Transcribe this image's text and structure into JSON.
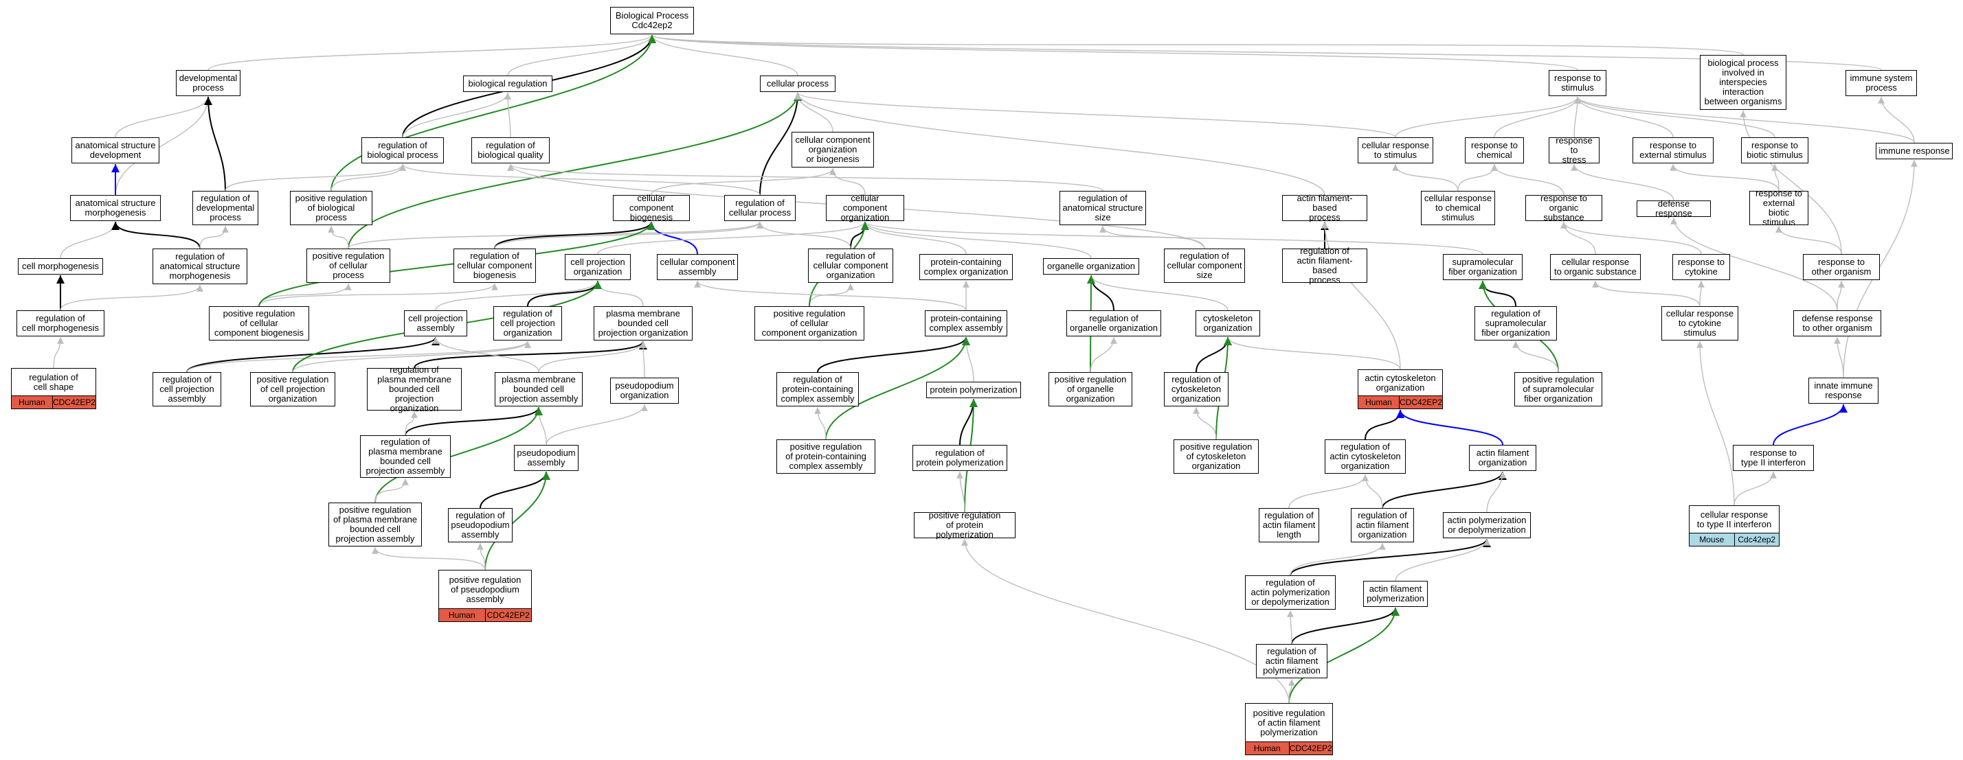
{
  "colors": {
    "is_a": "#bdbdbd",
    "part_of": "#000000",
    "positively_regulates": "#228B22",
    "regulates": "#0000ff",
    "human_tag": "#e35a45",
    "mouse_tag": "#add8e6"
  },
  "nodes": [
    {
      "id": "bp",
      "label": "Biological Process\nCdc42ep2"
    },
    {
      "id": "devproc",
      "label": "developmental\nprocess"
    },
    {
      "id": "bioreg",
      "label": "biological regulation"
    },
    {
      "id": "cellproc",
      "label": "cellular process"
    },
    {
      "id": "respstim",
      "label": "response to\nstimulus"
    },
    {
      "id": "interspecies",
      "label": "biological process\ninvolved in\ninterspecies\ninteraction\nbetween organisms"
    },
    {
      "id": "immsys",
      "label": "immune system\nprocess"
    },
    {
      "id": "anatdev",
      "label": "anatomical structure\ndevelopment"
    },
    {
      "id": "regbp",
      "label": "regulation of\nbiological process"
    },
    {
      "id": "regbq",
      "label": "regulation of\nbiological quality"
    },
    {
      "id": "ccob",
      "label": "cellular component\norganization\nor biogenesis"
    },
    {
      "id": "cellrespstim",
      "label": "cellular response\nto stimulus"
    },
    {
      "id": "respchem",
      "label": "response to\nchemical"
    },
    {
      "id": "respstress",
      "label": "response to\nstress"
    },
    {
      "id": "respext",
      "label": "response to\nexternal stimulus"
    },
    {
      "id": "respbiotic",
      "label": "response to\nbiotic stimulus"
    },
    {
      "id": "immresp",
      "label": "immune response"
    },
    {
      "id": "anatmorph",
      "label": "anatomical structure\nmorphogenesis"
    },
    {
      "id": "regdev",
      "label": "regulation of\ndevelopmental\nprocess"
    },
    {
      "id": "posregbp",
      "label": "positive regulation\nof biological\nprocess"
    },
    {
      "id": "ccbiogen",
      "label": "cellular component\nbiogenesis"
    },
    {
      "id": "regcellproc",
      "label": "regulation of\ncellular process"
    },
    {
      "id": "ccorg",
      "label": "cellular component\norganization"
    },
    {
      "id": "reganatsize",
      "label": "regulation of\nanatomical structure\nsize"
    },
    {
      "id": "actinfilproc",
      "label": "actin filament-based\nprocess"
    },
    {
      "id": "cellrespchem",
      "label": "cellular response\nto chemical\nstimulus"
    },
    {
      "id": "resporgsub",
      "label": "response to\norganic substance"
    },
    {
      "id": "defresp",
      "label": "defense response"
    },
    {
      "id": "respextbiotic",
      "label": "response to\nexternal biotic\nstimulus"
    },
    {
      "id": "cellmorph",
      "label": "cell morphogenesis"
    },
    {
      "id": "reganatmorph",
      "label": "regulation of\nanatomical structure\nmorphogenesis"
    },
    {
      "id": "posregcellproc",
      "label": "positive regulation\nof cellular\nprocess"
    },
    {
      "id": "regccbiogen",
      "label": "regulation of\ncellular component\nbiogenesis"
    },
    {
      "id": "cellprojorg",
      "label": "cell projection\norganization"
    },
    {
      "id": "ccassembly",
      "label": "cellular component\nassembly"
    },
    {
      "id": "regccorg",
      "label": "regulation of\ncellular component\norganization"
    },
    {
      "id": "pccorg",
      "label": "protein-containing\ncomplex organization"
    },
    {
      "id": "organelleorg",
      "label": "organelle organization"
    },
    {
      "id": "regccsize",
      "label": "regulation of\ncellular component\nsize"
    },
    {
      "id": "regafproc",
      "label": "regulation of\nactin filament-based\nprocess"
    },
    {
      "id": "suprafiber",
      "label": "supramolecular\nfiber organization"
    },
    {
      "id": "cellresporg",
      "label": "cellular response\nto organic substance"
    },
    {
      "id": "respcytokine",
      "label": "response to\ncytokine"
    },
    {
      "id": "respother",
      "label": "response to\nother organism"
    },
    {
      "id": "regcellmorph",
      "label": "regulation of\ncell morphogenesis"
    },
    {
      "id": "posregccbiogen",
      "label": "positive regulation\nof cellular\ncomponent biogenesis"
    },
    {
      "id": "cellprojassembly",
      "label": "cell projection\nassembly"
    },
    {
      "id": "regcellprojorg",
      "label": "regulation of\ncell projection\norganization"
    },
    {
      "id": "pmcellprojorg",
      "label": "plasma membrane\nbounded cell\nprojection organization"
    },
    {
      "id": "posregccorg",
      "label": "positive regulation\nof cellular\ncomponent organization"
    },
    {
      "id": "pcassembly",
      "label": "protein-containing\ncomplex assembly"
    },
    {
      "id": "regorgorg",
      "label": "regulation of\norganelle organization"
    },
    {
      "id": "cytoskelorg",
      "label": "cytoskeleton\norganization"
    },
    {
      "id": "regsuprafiber",
      "label": "regulation of\nsupramolecular\nfiber organization"
    },
    {
      "id": "cellrespcytokine",
      "label": "cellular response\nto cytokine\nstimulus"
    },
    {
      "id": "defrespother",
      "label": "defense response\nto other organism"
    },
    {
      "id": "regcellshape",
      "label": "regulation of\ncell shape",
      "tags": [
        "Human",
        "CDC42EP2"
      ],
      "tagColor": "human"
    },
    {
      "id": "regcellprojassembly",
      "label": "regulation of\ncell projection\nassembly"
    },
    {
      "id": "posregcellprojorg",
      "label": "positive regulation\nof cell projection\norganization"
    },
    {
      "id": "regpmcellprojorg",
      "label": "regulation of\nplasma membrane\nbounded cell\nprojection organization"
    },
    {
      "id": "pmcellprojassembly",
      "label": "plasma membrane\nbounded cell\nprojection assembly"
    },
    {
      "id": "pseudoorg",
      "label": "pseudopodium\norganization"
    },
    {
      "id": "regpcassembly",
      "label": "regulation of\nprotein-containing\ncomplex assembly"
    },
    {
      "id": "protpoly",
      "label": "protein polymerization"
    },
    {
      "id": "posregorgorg",
      "label": "positive regulation\nof organelle\norganization"
    },
    {
      "id": "regcytoskelorg",
      "label": "regulation of\ncytoskeleton\norganization"
    },
    {
      "id": "actincytoorg",
      "label": "actin cytoskeleton\norganization",
      "tags": [
        "Human",
        "CDC42EP2"
      ],
      "tagColor": "human"
    },
    {
      "id": "posregsuprafiber",
      "label": "positive regulation\nof supramolecular\nfiber organization"
    },
    {
      "id": "innateimm",
      "label": "innate immune\nresponse"
    },
    {
      "id": "regpmcellprojassembly",
      "label": "regulation of\nplasma membrane\nbounded cell\nprojection assembly"
    },
    {
      "id": "pseudoassembly",
      "label": "pseudopodium\nassembly"
    },
    {
      "id": "posregpcassembly",
      "label": "positive regulation\nof protein-containing\ncomplex assembly"
    },
    {
      "id": "regprotpoly",
      "label": "regulation of\nprotein polymerization"
    },
    {
      "id": "posregcytoskelorg",
      "label": "positive regulation\nof cytoskeleton\norganization"
    },
    {
      "id": "regactincytoorg",
      "label": "regulation of\nactin cytoskeleton\norganization"
    },
    {
      "id": "actinfilorg",
      "label": "actin filament\norganization"
    },
    {
      "id": "resptypeII",
      "label": "response to\ntype II interferon"
    },
    {
      "id": "posregpmcellprojassembly",
      "label": "positive regulation\nof plasma membrane\nbounded cell\nprojection assembly"
    },
    {
      "id": "regpseudoassembly",
      "label": "regulation of\npseudopodium\nassembly"
    },
    {
      "id": "posregprotpoly",
      "label": "positive regulation\nof protein polymerization"
    },
    {
      "id": "regaflength",
      "label": "regulation of\nactin filament\nlength"
    },
    {
      "id": "regafo",
      "label": "regulation of\nactin filament\norganization"
    },
    {
      "id": "actinpolydepoly",
      "label": "actin polymerization\nor depolymerization"
    },
    {
      "id": "cellresptypeII",
      "label": "cellular response\nto type II interferon",
      "tags": [
        "Mouse",
        "Cdc42ep2"
      ],
      "tagColor": "mouse"
    },
    {
      "id": "posregpseudoassembly",
      "label": "positive regulation\nof pseudopodium\nassembly",
      "tags": [
        "Human",
        "CDC42EP2"
      ],
      "tagColor": "human"
    },
    {
      "id": "regactinpolydepoly",
      "label": "regulation of\nactin polymerization\nor depolymerization"
    },
    {
      "id": "actinfilpoly",
      "label": "actin filament\npolymerization"
    },
    {
      "id": "regactinfilpoly",
      "label": "regulation of\nactin filament\npolymerization"
    },
    {
      "id": "posregactinfilpoly",
      "label": "positive regulation\nof actin filament\npolymerization",
      "tags": [
        "Human",
        "CDC42EP2"
      ],
      "tagColor": "human"
    }
  ],
  "edges": [
    [
      "devproc",
      "bp",
      "is_a"
    ],
    [
      "bioreg",
      "bp",
      "is_a"
    ],
    [
      "cellproc",
      "bp",
      "is_a"
    ],
    [
      "respstim",
      "bp",
      "is_a"
    ],
    [
      "interspecies",
      "bp",
      "is_a"
    ],
    [
      "immsys",
      "bp",
      "is_a"
    ],
    [
      "regbp",
      "bp",
      "part_of"
    ],
    [
      "posregbp",
      "bp",
      "positively_regulates"
    ],
    [
      "anatdev",
      "devproc",
      "is_a"
    ],
    [
      "anatmorph",
      "devproc",
      "is_a"
    ],
    [
      "regdev",
      "devproc",
      "part_of"
    ],
    [
      "regbp",
      "bioreg",
      "is_a"
    ],
    [
      "regbq",
      "bioreg",
      "is_a"
    ],
    [
      "ccob",
      "cellproc",
      "is_a"
    ],
    [
      "regcellproc",
      "cellproc",
      "part_of"
    ],
    [
      "posregcellproc",
      "cellproc",
      "positively_regulates"
    ],
    [
      "cellrespstim",
      "cellproc",
      "is_a"
    ],
    [
      "cellrespstim",
      "respstim",
      "is_a"
    ],
    [
      "respchem",
      "respstim",
      "is_a"
    ],
    [
      "respstress",
      "respstim",
      "is_a"
    ],
    [
      "respext",
      "respstim",
      "is_a"
    ],
    [
      "respbiotic",
      "respstim",
      "is_a"
    ],
    [
      "immresp",
      "respstim",
      "is_a"
    ],
    [
      "immresp",
      "immsys",
      "is_a"
    ],
    [
      "respother",
      "interspecies",
      "is_a"
    ],
    [
      "anatmorph",
      "anatdev",
      "regulates"
    ],
    [
      "regdev",
      "regbp",
      "is_a"
    ],
    [
      "posregbp",
      "regbp",
      "is_a"
    ],
    [
      "regcellproc",
      "regbp",
      "is_a"
    ],
    [
      "reganatsize",
      "regbq",
      "is_a"
    ],
    [
      "regccsize",
      "regbq",
      "is_a"
    ],
    [
      "ccbiogen",
      "ccob",
      "is_a"
    ],
    [
      "ccorg",
      "ccob",
      "is_a"
    ],
    [
      "cellrespchem",
      "cellrespstim",
      "is_a"
    ],
    [
      "cellrespchem",
      "respchem",
      "is_a"
    ],
    [
      "resporgsub",
      "respchem",
      "is_a"
    ],
    [
      "defresp",
      "respstress",
      "is_a"
    ],
    [
      "respextbiotic",
      "respext",
      "is_a"
    ],
    [
      "respextbiotic",
      "respbiotic",
      "is_a"
    ],
    [
      "cellmorph",
      "anatmorph",
      "is_a"
    ],
    [
      "reganatmorph",
      "anatmorph",
      "part_of"
    ],
    [
      "reganatmorph",
      "regdev",
      "is_a"
    ],
    [
      "posregcellproc",
      "posregbp",
      "is_a"
    ],
    [
      "posregcellproc",
      "regcellproc",
      "is_a"
    ],
    [
      "regccbiogen",
      "ccbiogen",
      "part_of"
    ],
    [
      "ccassembly",
      "ccbiogen",
      "regulates"
    ],
    [
      "regccorg",
      "ccorg",
      "part_of"
    ],
    [
      "pccorg",
      "ccorg",
      "is_a"
    ],
    [
      "organelleorg",
      "ccorg",
      "is_a"
    ],
    [
      "cellprojorg",
      "ccorg",
      "is_a"
    ],
    [
      "regccorg",
      "regcellproc",
      "is_a"
    ],
    [
      "regccbiogen",
      "regcellproc",
      "is_a"
    ],
    [
      "regccsize",
      "reganatsize",
      "is_a"
    ],
    [
      "actinfilproc",
      "cellproc",
      "is_a"
    ],
    [
      "regafproc",
      "actinfilproc",
      "part_of"
    ],
    [
      "suprafiber",
      "ccorg",
      "is_a"
    ],
    [
      "cellresporg",
      "resporgsub",
      "is_a"
    ],
    [
      "respcytokine",
      "resporgsub",
      "is_a"
    ],
    [
      "respother",
      "respextbiotic",
      "is_a"
    ],
    [
      "defrespother",
      "defresp",
      "is_a"
    ],
    [
      "defrespother",
      "respother",
      "is_a"
    ],
    [
      "regcellmorph",
      "cellmorph",
      "part_of"
    ],
    [
      "regcellmorph",
      "reganatmorph",
      "is_a"
    ],
    [
      "posregccbiogen",
      "regccbiogen",
      "is_a"
    ],
    [
      "posregccbiogen",
      "posregcellproc",
      "is_a"
    ],
    [
      "posregccbiogen",
      "ccbiogen",
      "positively_regulates"
    ],
    [
      "cellprojassembly",
      "cellprojorg",
      "is_a"
    ],
    [
      "regcellprojorg",
      "cellprojorg",
      "part_of"
    ],
    [
      "pmcellprojorg",
      "cellprojorg",
      "is_a"
    ],
    [
      "posregccorg",
      "regccorg",
      "is_a"
    ],
    [
      "posregccorg",
      "ccorg",
      "positively_regulates"
    ],
    [
      "pcassembly",
      "pccorg",
      "is_a"
    ],
    [
      "pcassembly",
      "ccassembly",
      "is_a"
    ],
    [
      "regorgorg",
      "organelleorg",
      "part_of"
    ],
    [
      "cytoskelorg",
      "organelleorg",
      "is_a"
    ],
    [
      "regsuprafiber",
      "suprafiber",
      "part_of"
    ],
    [
      "cellrespcytokine",
      "respcytokine",
      "is_a"
    ],
    [
      "cellrespcytokine",
      "cellresporg",
      "is_a"
    ],
    [
      "regcellshape",
      "regcellmorph",
      "is_a"
    ],
    [
      "regcellprojassembly",
      "cellprojassembly",
      "part_of"
    ],
    [
      "regcellprojassembly",
      "regcellprojorg",
      "is_a"
    ],
    [
      "posregcellprojorg",
      "cellprojorg",
      "positively_regulates"
    ],
    [
      "posregcellprojorg",
      "regcellprojorg",
      "is_a"
    ],
    [
      "regpmcellprojorg",
      "pmcellprojorg",
      "part_of"
    ],
    [
      "pmcellprojassembly",
      "pmcellprojorg",
      "is_a"
    ],
    [
      "pmcellprojassembly",
      "cellprojassembly",
      "is_a"
    ],
    [
      "pseudoorg",
      "pmcellprojorg",
      "is_a"
    ],
    [
      "regpcassembly",
      "pcassembly",
      "part_of"
    ],
    [
      "protpoly",
      "pcassembly",
      "is_a"
    ],
    [
      "posregorgorg",
      "organelleorg",
      "positively_regulates"
    ],
    [
      "posregorgorg",
      "regorgorg",
      "is_a"
    ],
    [
      "regcytoskelorg",
      "cytoskelorg",
      "part_of"
    ],
    [
      "actincytoorg",
      "cytoskelorg",
      "is_a"
    ],
    [
      "actincytoorg",
      "actinfilproc",
      "is_a"
    ],
    [
      "posregsuprafiber",
      "suprafiber",
      "positively_regulates"
    ],
    [
      "posregsuprafiber",
      "regsuprafiber",
      "is_a"
    ],
    [
      "innateimm",
      "immresp",
      "is_a"
    ],
    [
      "innateimm",
      "defrespother",
      "is_a"
    ],
    [
      "regpmcellprojassembly",
      "pmcellprojassembly",
      "part_of"
    ],
    [
      "regpmcellprojassembly",
      "regpmcellprojorg",
      "is_a"
    ],
    [
      "pseudoassembly",
      "pmcellprojassembly",
      "is_a"
    ],
    [
      "pseudoassembly",
      "pseudoorg",
      "is_a"
    ],
    [
      "posregpcassembly",
      "pcassembly",
      "positively_regulates"
    ],
    [
      "posregpcassembly",
      "regpcassembly",
      "is_a"
    ],
    [
      "regprotpoly",
      "protpoly",
      "part_of"
    ],
    [
      "posregcytoskelorg",
      "cytoskelorg",
      "positively_regulates"
    ],
    [
      "posregcytoskelorg",
      "regcytoskelorg",
      "is_a"
    ],
    [
      "regactincytoorg",
      "actincytoorg",
      "part_of"
    ],
    [
      "actinfilorg",
      "actincytoorg",
      "regulates"
    ],
    [
      "resptypeII",
      "innateimm",
      "regulates"
    ],
    [
      "posregpmcellprojassembly",
      "pmcellprojassembly",
      "positively_regulates"
    ],
    [
      "posregpmcellprojassembly",
      "regpmcellprojassembly",
      "is_a"
    ],
    [
      "regpseudoassembly",
      "pseudoassembly",
      "part_of"
    ],
    [
      "posregprotpoly",
      "protpoly",
      "positively_regulates"
    ],
    [
      "posregprotpoly",
      "regprotpoly",
      "is_a"
    ],
    [
      "regaflength",
      "regactincytoorg",
      "is_a"
    ],
    [
      "regafo",
      "actinfilorg",
      "part_of"
    ],
    [
      "regafo",
      "regactincytoorg",
      "is_a"
    ],
    [
      "actinpolydepoly",
      "actinfilorg",
      "is_a"
    ],
    [
      "cellresptypeII",
      "resptypeII",
      "is_a"
    ],
    [
      "cellresptypeII",
      "cellrespcytokine",
      "is_a"
    ],
    [
      "posregpseudoassembly",
      "pseudoassembly",
      "positively_regulates"
    ],
    [
      "posregpseudoassembly",
      "regpseudoassembly",
      "is_a"
    ],
    [
      "posregpseudoassembly",
      "posregpmcellprojassembly",
      "is_a"
    ],
    [
      "regactinpolydepoly",
      "actinpolydepoly",
      "part_of"
    ],
    [
      "regactinpolydepoly",
      "regafo",
      "is_a"
    ],
    [
      "actinfilpoly",
      "actinpolydepoly",
      "is_a"
    ],
    [
      "regactinfilpoly",
      "actinfilpoly",
      "part_of"
    ],
    [
      "regactinfilpoly",
      "regactinpolydepoly",
      "is_a"
    ],
    [
      "posregactinfilpoly",
      "actinfilpoly",
      "positively_regulates"
    ],
    [
      "posregactinfilpoly",
      "regactinfilpoly",
      "is_a"
    ],
    [
      "posregactinfilpoly",
      "posregprotpoly",
      "is_a"
    ]
  ]
}
